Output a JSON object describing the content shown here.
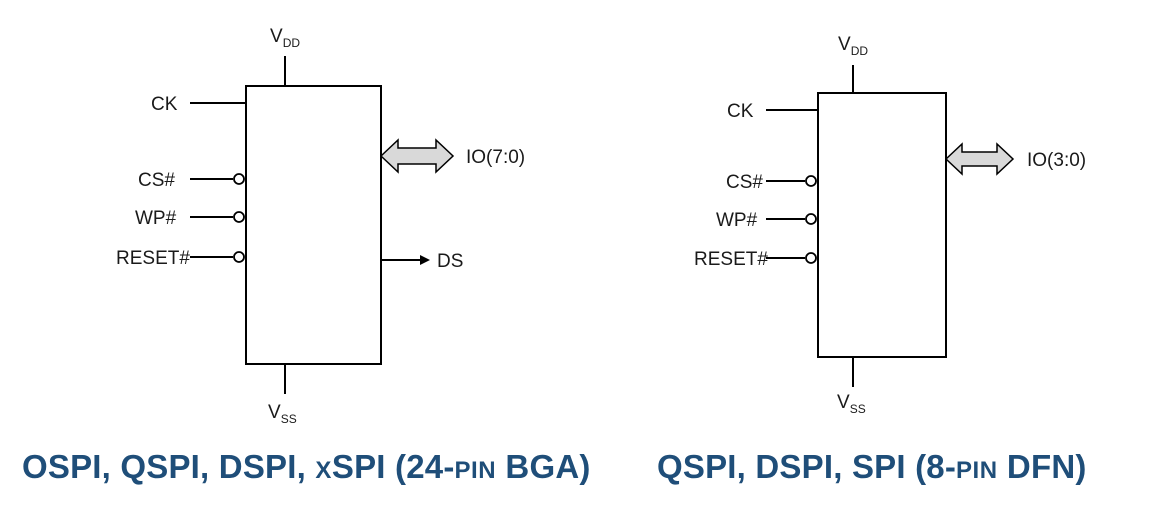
{
  "left_block": {
    "supply": {
      "base": "V",
      "sub": "DD"
    },
    "ground": {
      "base": "V",
      "sub": "SS"
    },
    "clock": "CK",
    "chip_select": "CS#",
    "write_protect": "WP#",
    "reset": "RESET#",
    "io": "IO(7:0)",
    "data_strobe": "DS",
    "caption": {
      "part1": "OSPI, QSPI, DSPI, ",
      "small1": "X",
      "part2": "SPI (24-",
      "small2": "PIN",
      "part3": " BGA)"
    }
  },
  "right_block": {
    "supply": {
      "base": "V",
      "sub": "DD"
    },
    "ground": {
      "base": "V",
      "sub": "SS"
    },
    "clock": "CK",
    "chip_select": "CS#",
    "write_protect": "WP#",
    "reset": "RESET#",
    "io": "IO(3:0)",
    "caption": {
      "part1": "QSPI, DSPI, SPI (8-",
      "small1": "PIN",
      "part2": " DFN)"
    }
  },
  "colors": {
    "caption": "#1f4e79",
    "arrow_fill": "#d9d9d9",
    "line": "#000000"
  }
}
